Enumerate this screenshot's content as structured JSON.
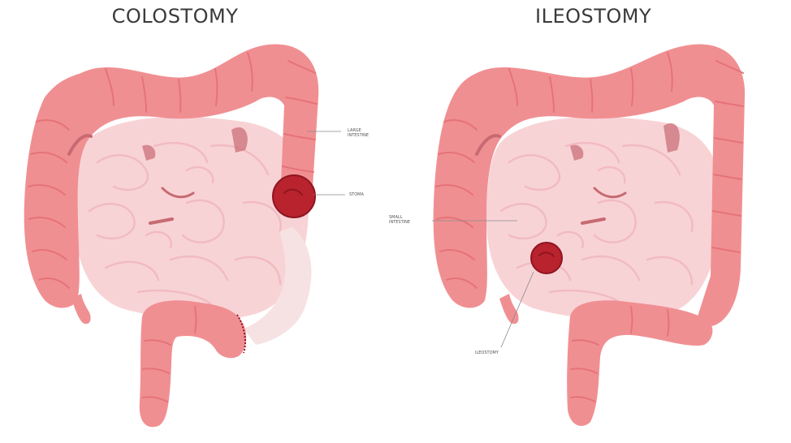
{
  "colostomy": {
    "title": "COLOSTOMY",
    "labels": {
      "large_intestine": "Large Intestine",
      "stoma": "Stoma"
    }
  },
  "ileostomy": {
    "title": "ILEOSTOMY",
    "labels": {
      "small_intestine": "Small Intestine",
      "ileostomy": "Ileostomy"
    }
  },
  "colors": {
    "colon": "#f08f92",
    "colon_dark": "#e57378",
    "small_intestine": "#f8d3d6",
    "small_intestine_folds": "#f1bbc1",
    "inner_shadow": "#c76a72",
    "stoma": "#b8232d",
    "stoma_dark": "#8e1520",
    "bypassed": "#f7e2e3",
    "leader_line": "#8a8a8a"
  }
}
